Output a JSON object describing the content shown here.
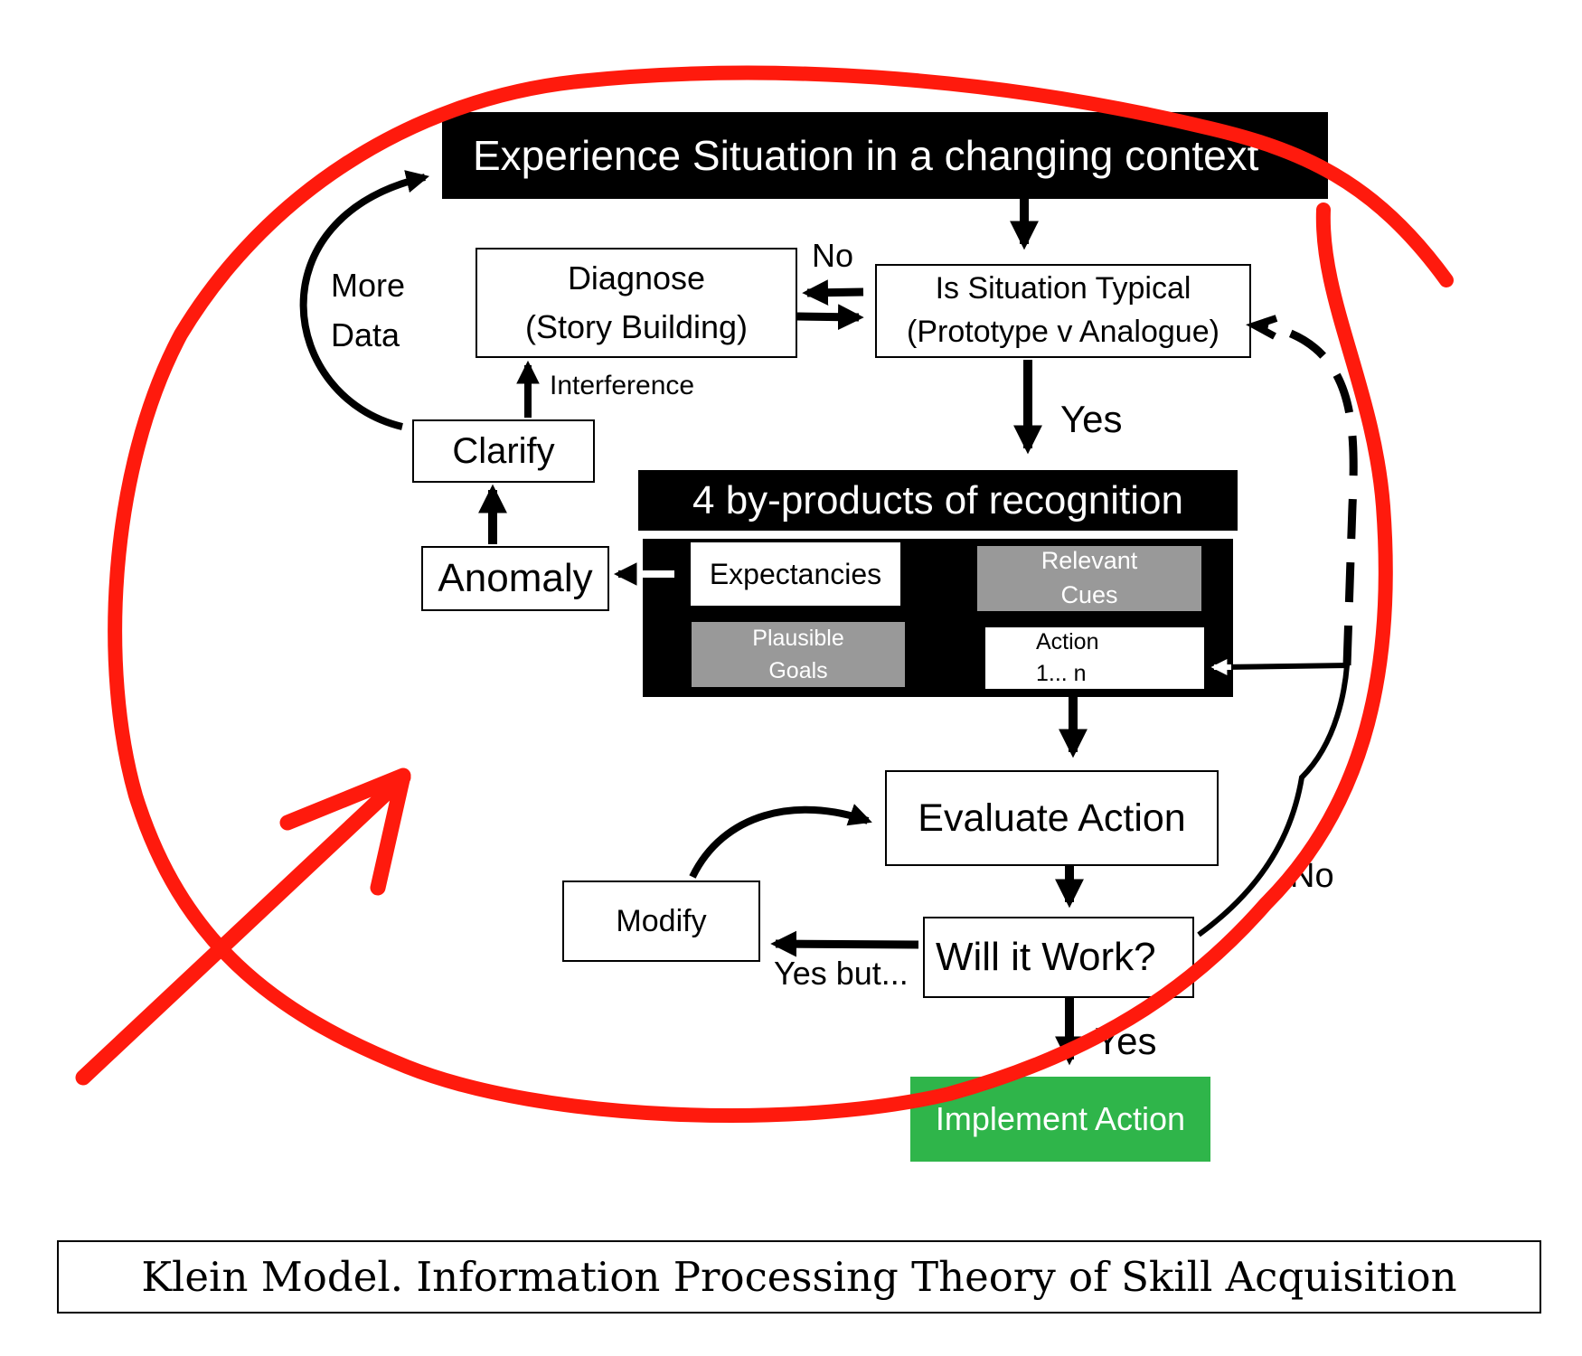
{
  "nodes": {
    "experience": "Experience Situation in a changing context",
    "diagnose_line1": "Diagnose",
    "diagnose_line2": "(Story Building)",
    "typical_line1": "Is Situation Typical",
    "typical_line2": "(Prototype v Analogue)",
    "clarify": "Clarify",
    "byproducts_title": "4 by-products of recognition",
    "anomaly": "Anomaly",
    "expectancies": "Expectancies",
    "relevant_cues_line1": "Relevant",
    "relevant_cues_line2": "Cues",
    "plausible_goals_line1": "Plausible",
    "plausible_goals_line2": "Goals",
    "action_line1": "Action",
    "action_line2": "1... n",
    "evaluate": "Evaluate Action",
    "modify": "Modify",
    "will_it_work": "Will it Work?",
    "implement": "Implement Action"
  },
  "labels": {
    "more_data_line1": "More",
    "more_data_line2": "Data",
    "no_top": "No",
    "interference": "Interference",
    "yes_typical": "Yes",
    "yes_but": "Yes but...",
    "no_right": "No",
    "yes_work": "Yes"
  },
  "caption": "Klein Model. Information Processing Theory of Skill Acquisition",
  "colors": {
    "annotation": "#ff1a0d",
    "implement_fill": "#2fb54a",
    "grey_box": "#999999"
  }
}
